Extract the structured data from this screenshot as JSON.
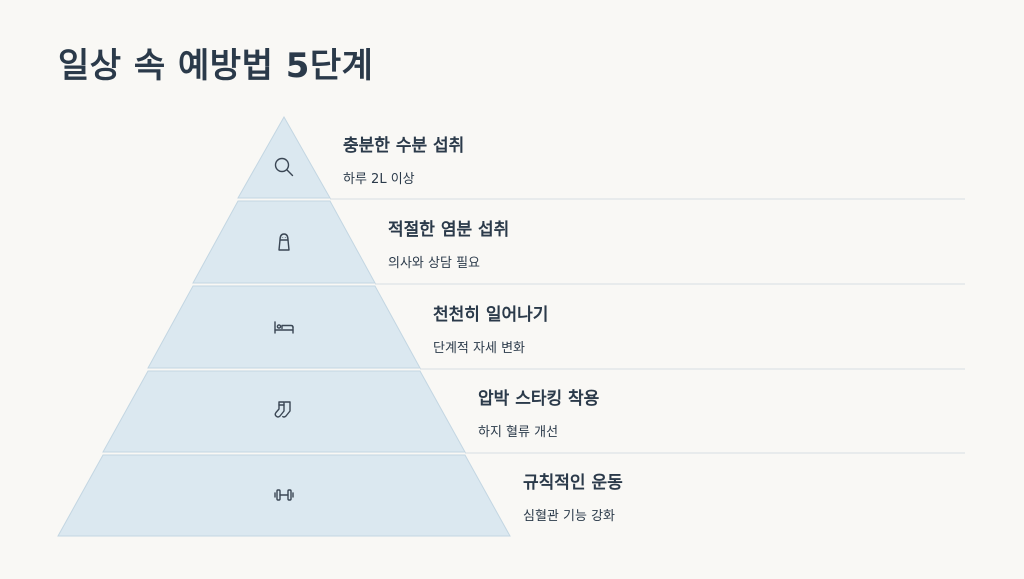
{
  "title": "일상 속 예방법 5단계",
  "colors": {
    "background": "#f9f8f5",
    "tier_fill": "#dbe8f0",
    "tier_stroke": "#c3d6e2",
    "divider": "#d6dee3",
    "text": "#2b3a4a",
    "icon": "#3a4654"
  },
  "levels": [
    {
      "name": "충분한 수분 섭취",
      "desc": "하루 2L 이상",
      "icon": "magnifier-icon"
    },
    {
      "name": "적절한 염분 섭취",
      "desc": "의사와 상담 필요",
      "icon": "salt-shaker-icon"
    },
    {
      "name": "천천히 일어나기",
      "desc": "단계적 자세 변화",
      "icon": "bed-icon"
    },
    {
      "name": "압박 스타킹 착용",
      "desc": "하지 혈류 개선",
      "icon": "socks-icon"
    },
    {
      "name": "규칙적인 운동",
      "desc": "심혈관 기능 강화",
      "icon": "dumbbell-icon"
    }
  ]
}
